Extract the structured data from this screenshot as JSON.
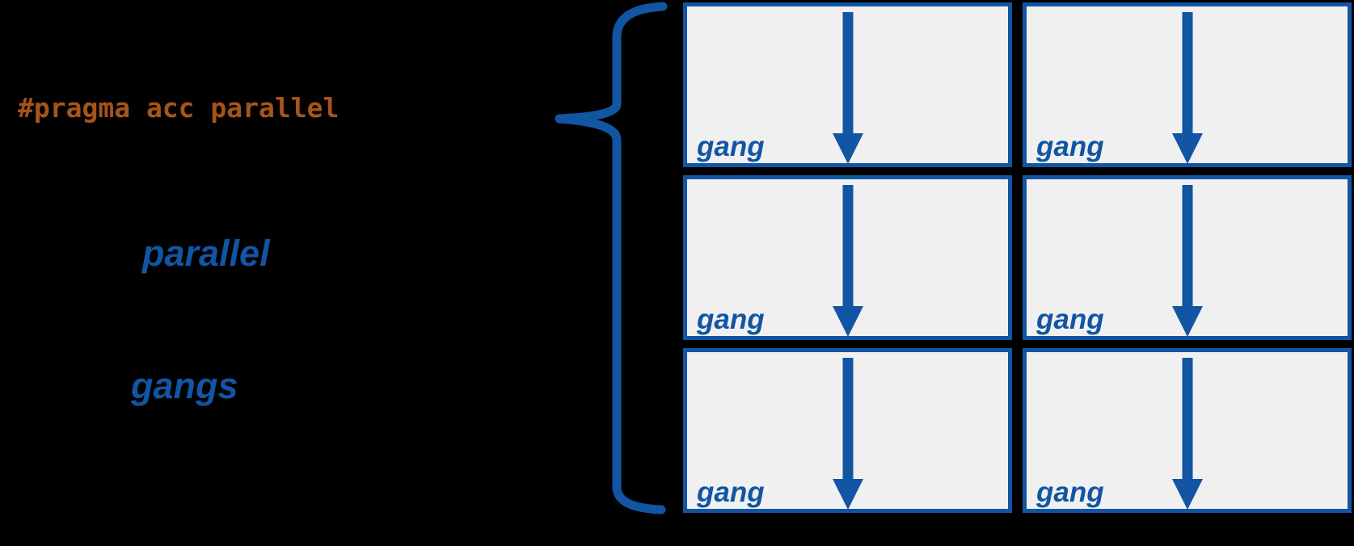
{
  "labels": {
    "pragma": "#pragma acc parallel",
    "parallel": "parallel",
    "gangs": "gangs"
  },
  "colors": {
    "keyword_blue": "#1155a3",
    "pragma_orange": "#a65418",
    "box_fill": "#f0f0f1",
    "background": "#000000"
  },
  "brace": {
    "icon": "left-curly-brace-icon",
    "points_to": "pragma"
  },
  "grid": {
    "columns": 2,
    "rows": 3,
    "cells": [
      {
        "label": "gang",
        "icon": "down-arrow-icon"
      },
      {
        "label": "gang",
        "icon": "down-arrow-icon"
      },
      {
        "label": "gang",
        "icon": "down-arrow-icon"
      },
      {
        "label": "gang",
        "icon": "down-arrow-icon"
      },
      {
        "label": "gang",
        "icon": "down-arrow-icon"
      },
      {
        "label": "gang",
        "icon": "down-arrow-icon"
      }
    ]
  }
}
